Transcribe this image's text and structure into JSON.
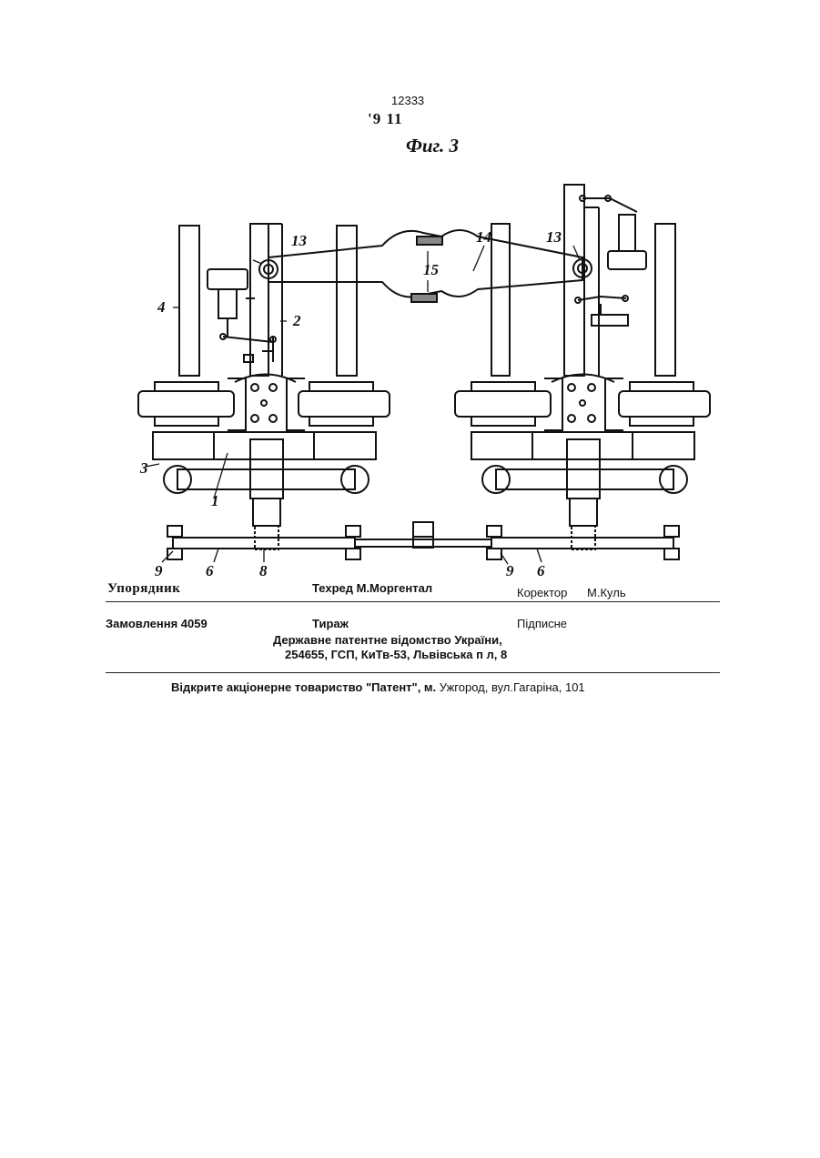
{
  "header": {
    "patent_number": "12333",
    "page_code": "'9  11",
    "figure_label": "Фиг. 3"
  },
  "drawing": {
    "callouts": {
      "c13a": "13",
      "c13b": "13",
      "c14": "14",
      "c15": "15",
      "c4": "4",
      "c2": "2",
      "c3": "3",
      "c1": "1",
      "c9a": "9",
      "c6a": "6",
      "c8": "8",
      "c9b": "9",
      "c6b": "6"
    }
  },
  "imprint": {
    "compiler_label": "Упорядник",
    "techred": "Техред М.Моргентал",
    "corrector_label": "Коректор",
    "corrector_name": "М.Куль",
    "order": "Замовлення 4059",
    "circulation": "Тираж",
    "signed": "Підписне",
    "office_line1": "Державне патентне відомство України,",
    "office_line2": "254655, ГСП, КиТв-53, Львівська п л,  8",
    "publisher_bold": "Відкрите акціонерне товариство   \"Патент\", м.",
    "publisher_plain": " Ужгород, вул.Гагаріна, 101"
  }
}
